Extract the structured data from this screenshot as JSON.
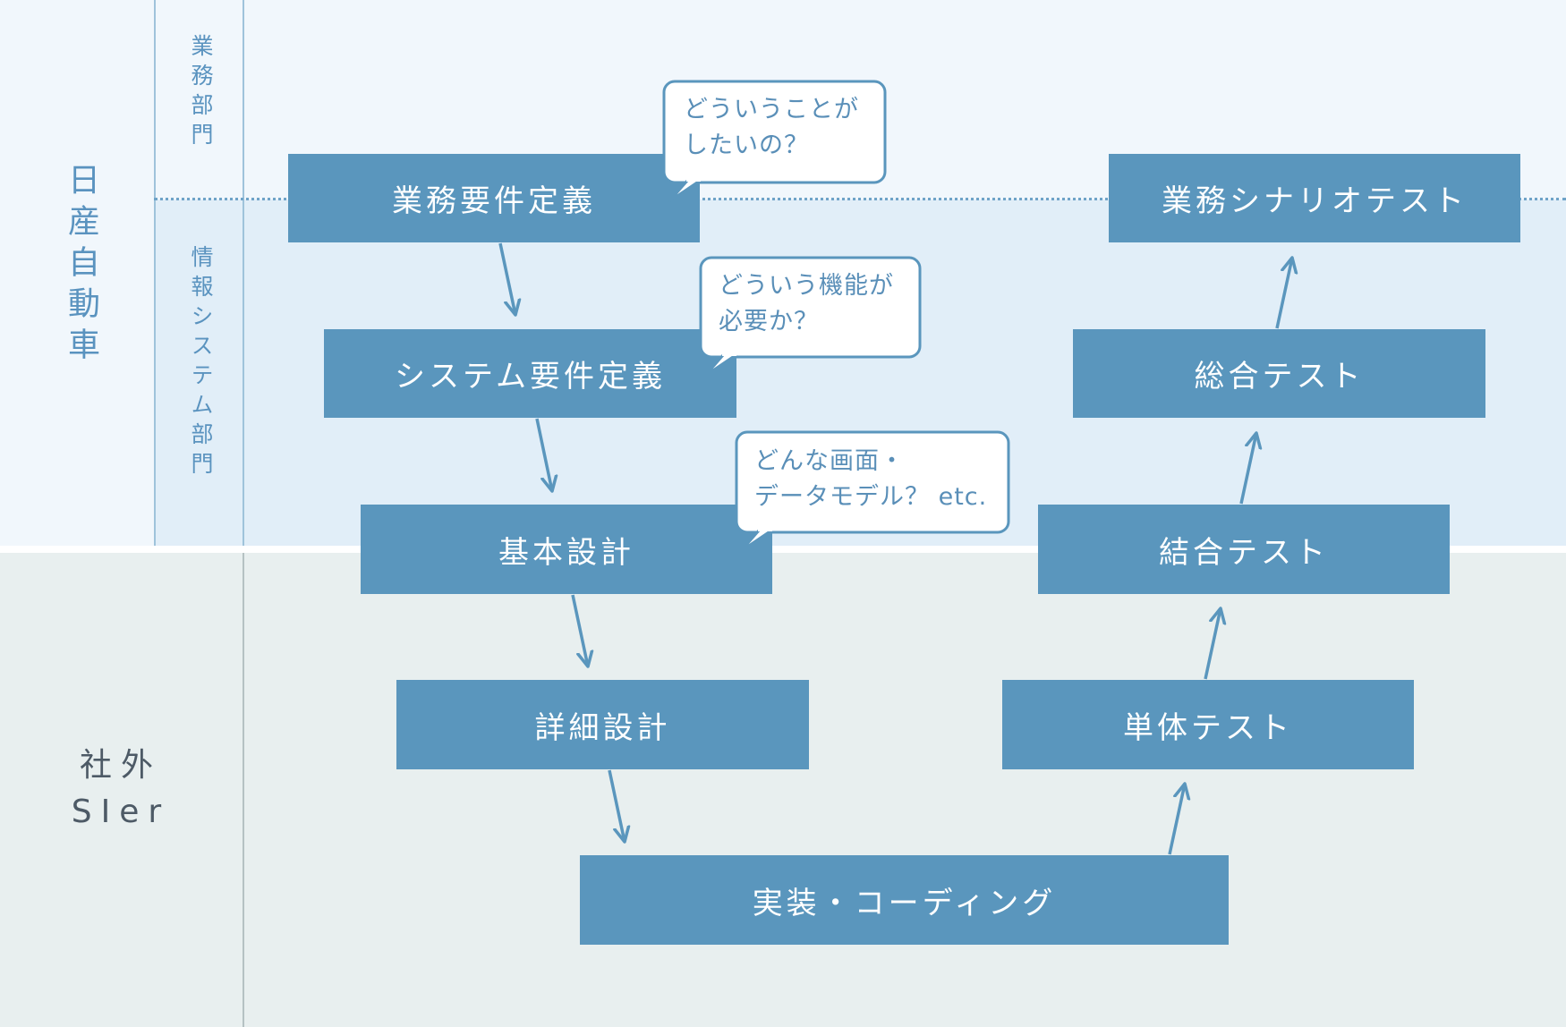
{
  "organizations": {
    "nissan": {
      "label": "日産自動車"
    },
    "business_dept": {
      "label": "業務部門"
    },
    "is_dept": {
      "label": "情報システム部門"
    },
    "outside": {
      "line1": "社外",
      "line2": "SIer"
    }
  },
  "process_steps": {
    "business_requirements": "業務要件定義",
    "system_requirements": "システム要件定義",
    "basic_design": "基本設計",
    "detailed_design": "詳細設計",
    "implementation": "実装・コーディング",
    "unit_test": "単体テスト",
    "integration_test": "結合テスト",
    "system_test": "総合テスト",
    "business_scenario_test": "業務シナリオテスト"
  },
  "callouts": {
    "business": {
      "line1": "どういうことが",
      "line2": "したいの？"
    },
    "system": {
      "line1": "どういう機能が",
      "line2": "必要か？"
    },
    "basic": {
      "line1": "どんな画面・",
      "line2": "データモデル？ etc."
    }
  },
  "colors": {
    "box_fill": "#5a96bd",
    "accent_text": "#5a93bf",
    "arrow": "#5a96bd"
  }
}
